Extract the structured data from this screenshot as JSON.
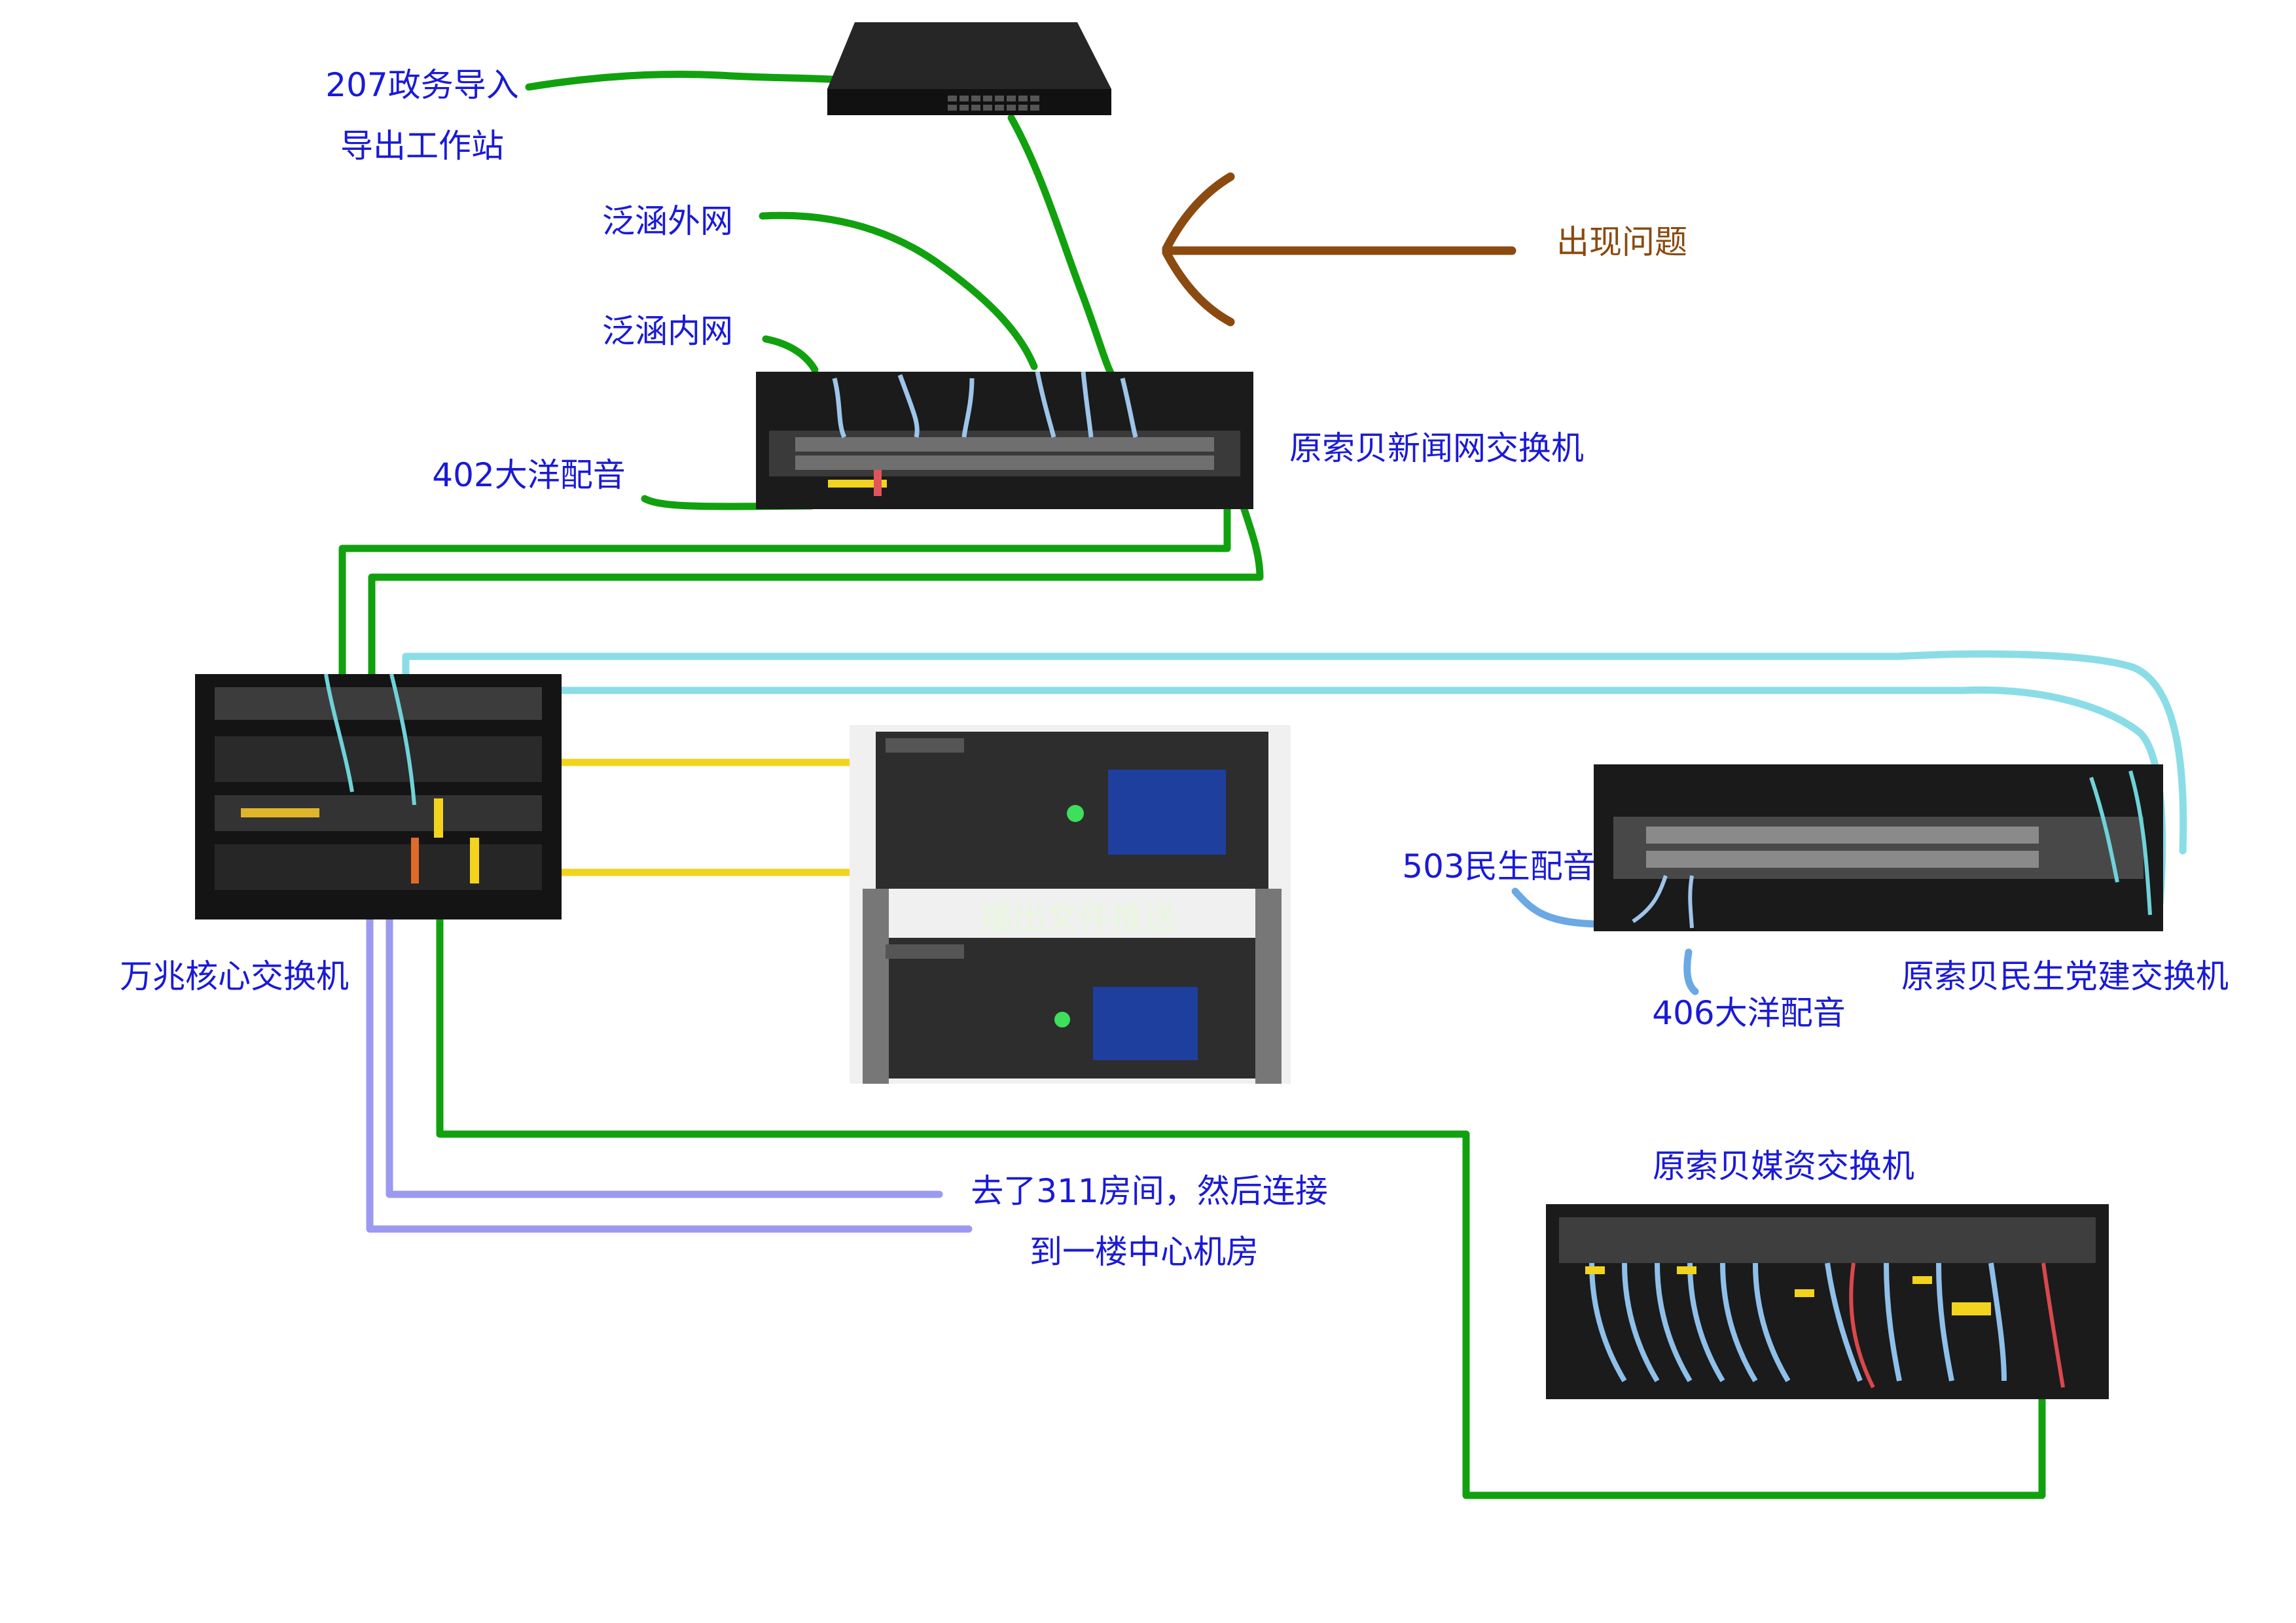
{
  "colors": {
    "label_blue": "#1a1ad6",
    "problem_brown": "#8b4a0f",
    "wire_green": "#11a10f",
    "wire_yellow": "#f2d31d",
    "wire_cyan": "#8adde6",
    "wire_lavender": "#9b9af0",
    "wire_blue": "#6aa9e3",
    "push_text": "#e8f7dc"
  },
  "labels": {
    "workstation_line1": "207政务导入",
    "workstation_line2": "导出工作站",
    "fanhan_external": "泛涵外网",
    "fanhan_internal": "泛涵内网",
    "problem": "出现问题",
    "dayang_402": "402大洋配音",
    "news_switch": "原索贝新闻网交换机",
    "core_switch": "万兆核心交换机",
    "broadcast_push": "播出文件推送",
    "minsheng_503": "503民生配音",
    "dayang_406": "406大洋配音",
    "minsheng_switch": "原索贝民生党建交换机",
    "media_switch": "原索贝媒资交换机",
    "room311_line1": "去了311房间，然后连接",
    "room311_line2": "到一楼中心机房"
  },
  "icons": {
    "desktop_switch": "desktop-switch-photo",
    "rack_switch": "rack-switch-photo",
    "core_rack": "core-switch-rack-photo",
    "broadcast_server": "broadcast-server-photo",
    "problem_arrow": "left-arrow-icon"
  }
}
